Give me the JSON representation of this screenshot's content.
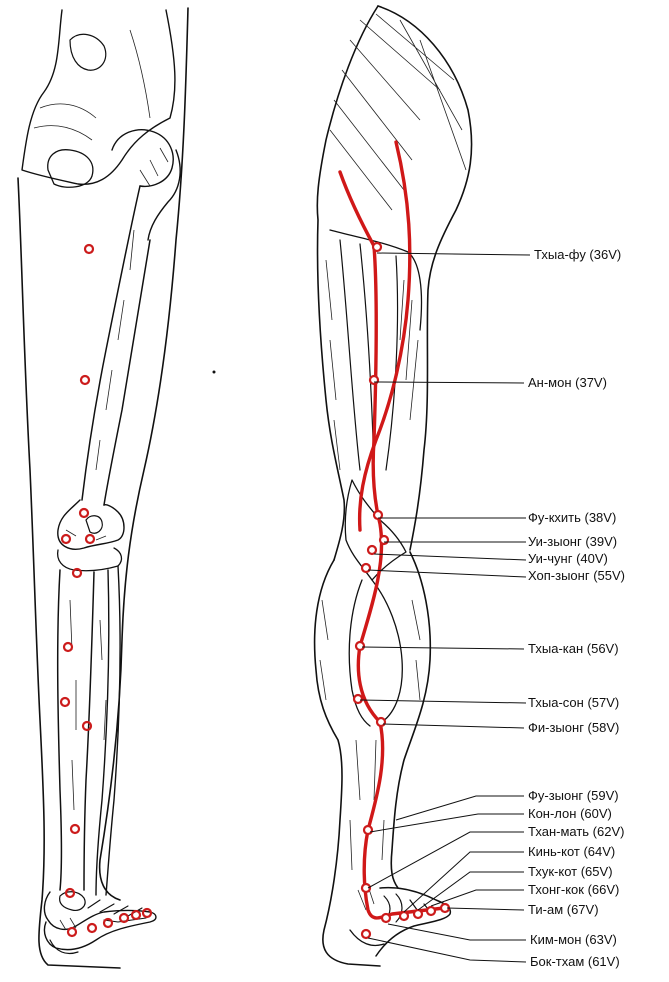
{
  "colors": {
    "ink": "#111111",
    "meridian": "#d01818",
    "point": "#cc1c1c",
    "background": "#ffffff"
  },
  "labels": [
    "Тхыа-фу (36V)",
    "Ан-мон (37V)",
    "Фу-кхить (38V)",
    "Уи-зыонг (39V)",
    "Уи-чунг (40V)",
    "Хоп-зыонг (55V)",
    "Тхыа-кан (56V)",
    "Тхыа-сон (57V)",
    "Фи-зыонг (58V)",
    "Фу-зыонг (59V)",
    "Кон-лон (60V)",
    "Тхан-мать (62V)",
    "Кинь-кот (64V)",
    "Тхук-кот (65V)",
    "Тхонг-кок (66V)",
    "Ти-ам (67V)",
    "Ким-мон (63V)",
    "Бок-тхам (61V)"
  ]
}
